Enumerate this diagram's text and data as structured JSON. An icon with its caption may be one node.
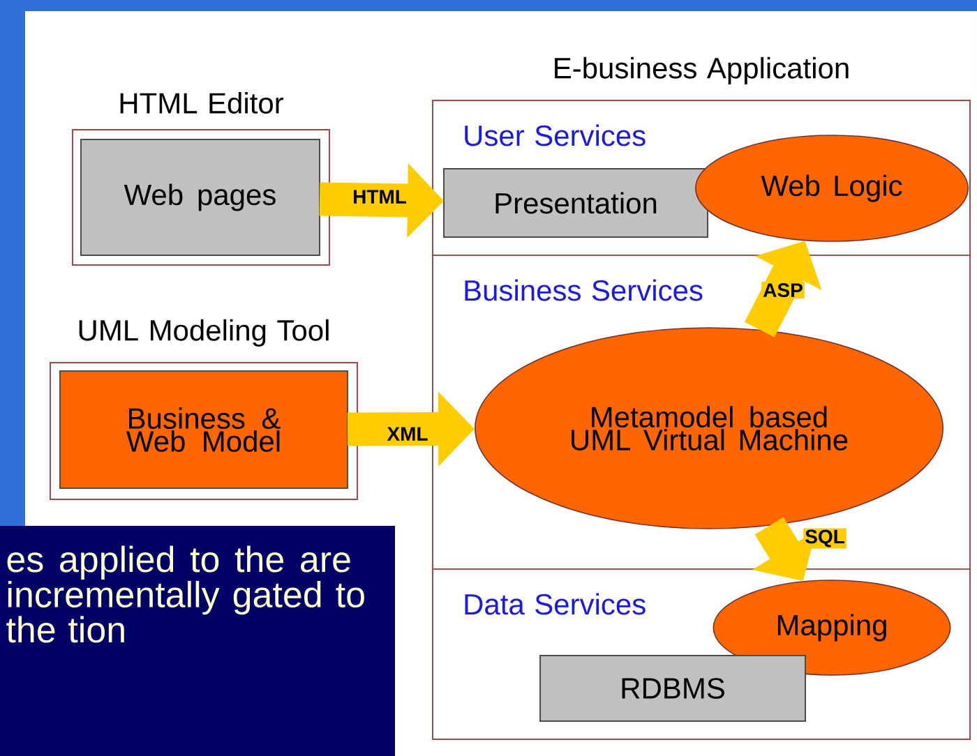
{
  "diagram": {
    "nodes": [
      {
        "text": [
          "HTML Editor"
        ]
      },
      {
        "text": [
          "Web pages"
        ],
        "in": 0
      },
      {
        "text": [
          "UML Modeling Tool"
        ]
      },
      {
        "text": [
          "Business & Web Model"
        ],
        "in": 2
      },
      {
        "text": [
          "E-business Application"
        ]
      },
      {
        "text": [
          "User Services"
        ],
        "in": 4
      },
      {
        "text": [
          "Presentation"
        ],
        "in": 5
      },
      {
        "text": [
          "Web Logic"
        ],
        "in": 5
      },
      {
        "text": [
          "Business Services"
        ],
        "in": 4
      },
      {
        "text": [
          "Metamodel based UML Virtual Machine"
        ],
        "in": 8
      },
      {
        "text": [
          "Data Services"
        ],
        "in": 4
      },
      {
        "text": [
          "Mapping"
        ],
        "in": 10
      },
      {
        "text": [
          "RDBMS"
        ],
        "in": 10
      },
      {
        "text": [
          "es applied to the are incrementally gated to the tion"
        ]
      }
    ],
    "edges": [
      {
        "from": 1,
        "to": 6,
        "arrow": "to",
        "label": "HTML"
      },
      {
        "from": 3,
        "to": 9,
        "arrow": "to",
        "label": "XML"
      },
      {
        "from": 9,
        "to": 7,
        "arrow": "to",
        "label": "ASP"
      },
      {
        "from": 9,
        "to": 11,
        "arrow": "to",
        "label": "SQL"
      }
    ]
  }
}
